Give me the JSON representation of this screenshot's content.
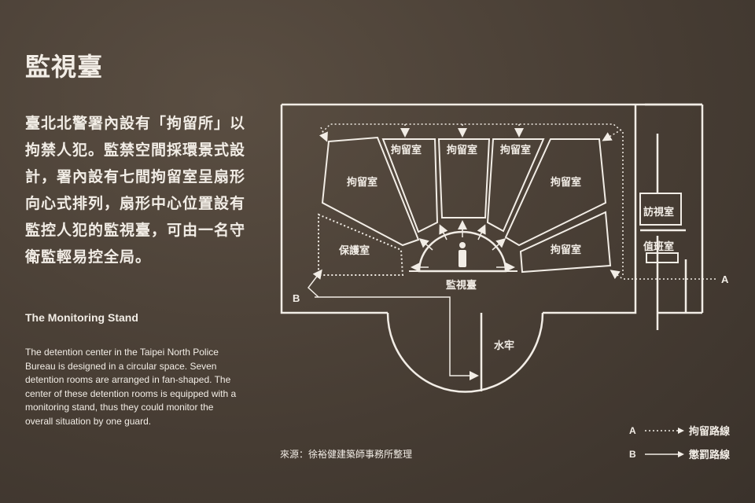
{
  "title": "監視臺",
  "zh_text": "臺北北警署內設有「拘留所」以拘禁人犯。監禁空間採環景式設計，署內設有七間拘留室呈扇形向心式排列，扇形中心位置設有監控人犯的監視臺，可由一名守衛監輕易控全局。",
  "en_title": "The Monitoring Stand",
  "en_text": "The detention center in the Taipei North Police Bureau is designed in a circular space. Seven detention rooms are arranged in fan-shaped. The center of these detention rooms is equipped with a monitoring stand, thus they could monitor the overall situation by one guard.",
  "source": "來源：徐裕健建築師事務所整理",
  "rooms": {
    "cell": "拘留室",
    "protect": "保護室",
    "monitor": "監視臺",
    "water": "水牢",
    "visit": "訪視室",
    "duty": "值班室"
  },
  "route_markers": {
    "a": "A",
    "b": "B"
  },
  "legend": [
    {
      "key": "A",
      "label": "拘留路線",
      "style": "dotted"
    },
    {
      "key": "B",
      "label": "懲罰路線",
      "style": "solid"
    }
  ],
  "colors": {
    "background": "#4a4037",
    "line": "#f2ede6"
  }
}
